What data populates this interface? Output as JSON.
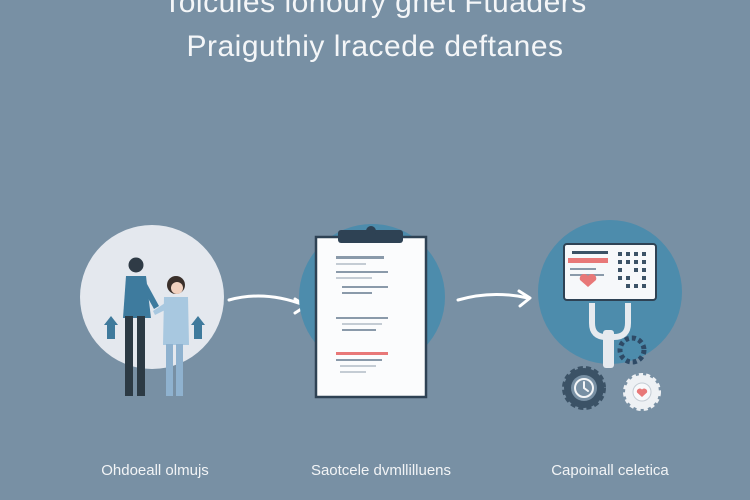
{
  "header": {
    "title_line1": "Tolcuies lonoury ghet Ftuaders",
    "title_line2": "Praiguthiy lracede deftanes"
  },
  "steps": [
    {
      "caption": "Ohdoeall olmujs",
      "icon": "people-consultation-icon"
    },
    {
      "caption": "Saotcele dvmllilluens",
      "icon": "clipboard-document-icon"
    },
    {
      "caption": "Capoinall celetica",
      "icon": "medical-monitor-gears-icon"
    }
  ],
  "colors": {
    "background": "#7890a4",
    "circle_light": "#e4e8ee",
    "circle_teal": "#4d8cac",
    "accent_red": "#e87878",
    "dark_slate": "#3b5266"
  }
}
